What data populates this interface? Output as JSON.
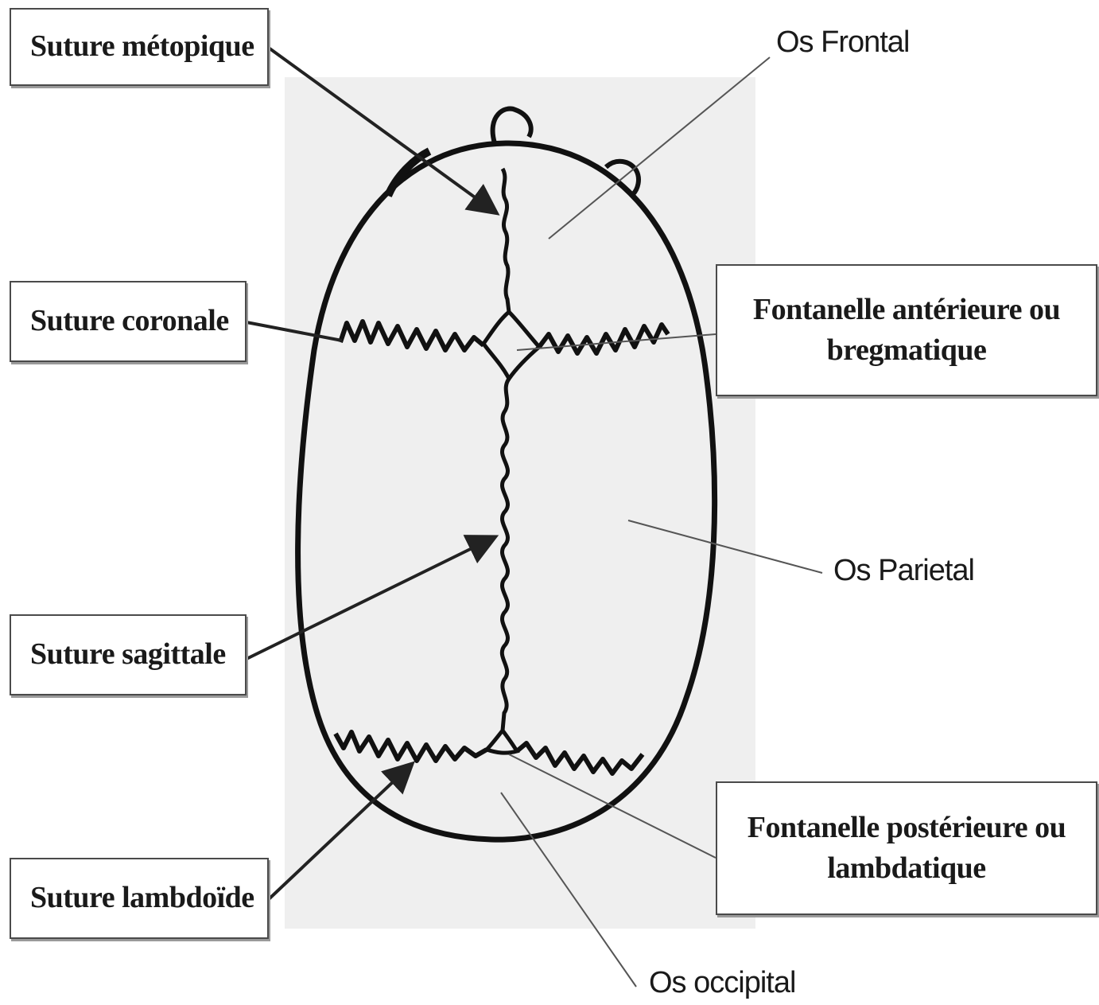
{
  "labels": {
    "suture_metopique": "Suture métopique",
    "suture_coronale": "Suture coronale",
    "suture_sagittale": "Suture sagittale",
    "suture_lambdoide": "Suture lambdoïde",
    "os_frontal": "Os Frontal",
    "fontanelle_anterieure_line1": "Fontanelle antérieure ou",
    "fontanelle_anterieure_line2": "bregmatique",
    "os_parietal": "Os Parietal",
    "fontanelle_posterieure_line1": "Fontanelle postérieure ou",
    "fontanelle_posterieure_line2": "lambdatique",
    "os_occipital": "Os occipital"
  },
  "colors": {
    "background_panel": "#efefef",
    "outline": "#111111",
    "leader_line": "#555555",
    "arrow": "#222222"
  }
}
